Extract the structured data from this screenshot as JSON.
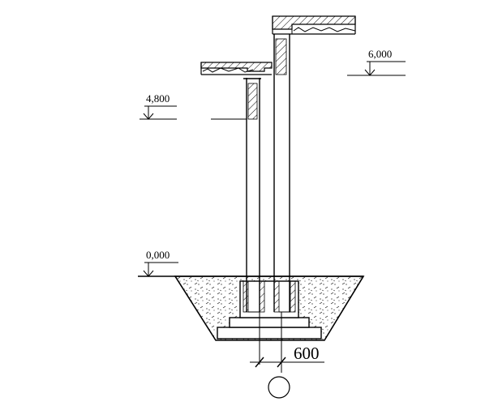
{
  "elevations": {
    "top": "6,000",
    "middle": "4,800",
    "ground": "0,000"
  },
  "dimension": {
    "width": "600"
  },
  "colors": {
    "line": "#000000",
    "background": "#ffffff"
  }
}
